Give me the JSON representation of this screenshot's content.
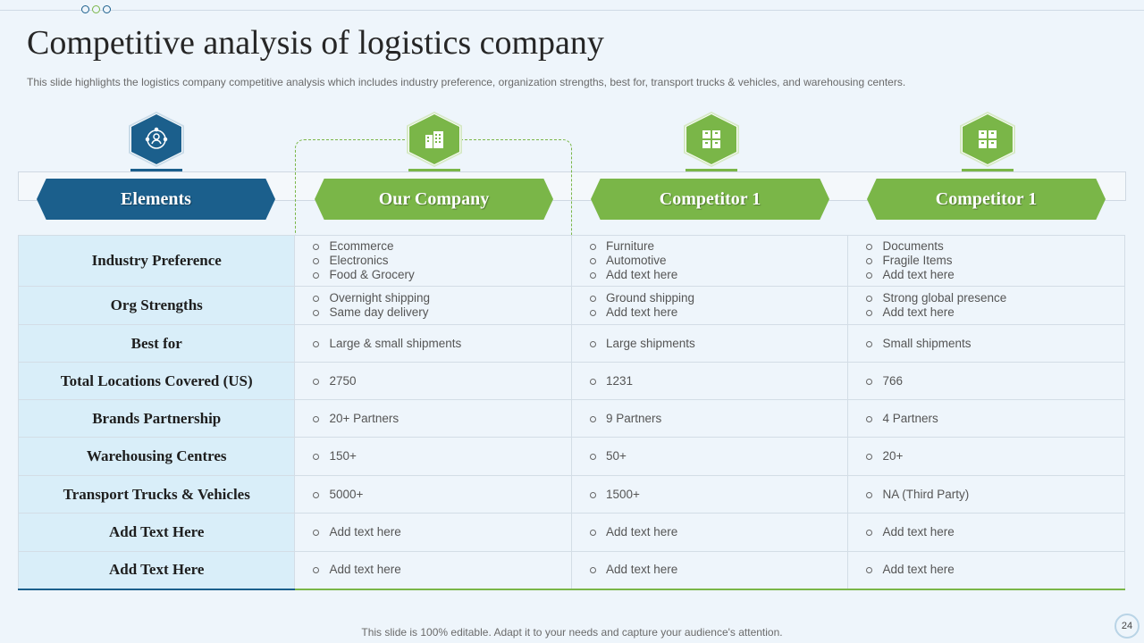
{
  "title": "Competitive analysis of logistics company",
  "subtitle": "This slide highlights the logistics company competitive analysis which includes industry preference, organization strengths, best for, transport trucks & vehicles, and warehousing centers.",
  "headers": [
    "Elements",
    "Our Company",
    "Competitor 1",
    "Competitor 1"
  ],
  "icons": [
    "network-people-icon",
    "office-building-icon",
    "warehouse-boxes-icon",
    "warehouse-boxes-icon"
  ],
  "colors": {
    "blue": "#1b5f8c",
    "green": "#7ab648",
    "label_bg": "#d9eef9",
    "page_bg": "#eef5fb"
  },
  "rows": [
    {
      "label": "Industry Preference",
      "values": [
        [
          "Ecommerce",
          "Electronics",
          "Food & Grocery"
        ],
        [
          "Furniture",
          "Automotive",
          "Add text here"
        ],
        [
          "Documents",
          "Fragile Items",
          "Add text here"
        ]
      ]
    },
    {
      "label": "Org Strengths",
      "values": [
        [
          "Overnight  shipping",
          "Same day delivery"
        ],
        [
          "Ground shipping",
          "Add text here"
        ],
        [
          "Strong global presence",
          "Add text here"
        ]
      ]
    },
    {
      "label": "Best for",
      "values": [
        [
          "Large & small shipments"
        ],
        [
          "Large shipments"
        ],
        [
          "Small shipments"
        ]
      ]
    },
    {
      "label": "Total Locations Covered (US)",
      "values": [
        [
          "2750"
        ],
        [
          "1231"
        ],
        [
          "766"
        ]
      ]
    },
    {
      "label": "Brands Partnership",
      "values": [
        [
          "20+ Partners"
        ],
        [
          "9 Partners"
        ],
        [
          "4 Partners"
        ]
      ]
    },
    {
      "label": "Warehousing Centres",
      "values": [
        [
          "150+"
        ],
        [
          "50+"
        ],
        [
          "20+"
        ]
      ]
    },
    {
      "label": "Transport Trucks & Vehicles",
      "values": [
        [
          "5000+"
        ],
        [
          "1500+"
        ],
        [
          "NA (Third  Party)"
        ]
      ]
    },
    {
      "label": "Add Text Here",
      "values": [
        [
          "Add text here"
        ],
        [
          "Add text here"
        ],
        [
          "Add text here"
        ]
      ]
    },
    {
      "label": "Add Text Here",
      "values": [
        [
          "Add text here"
        ],
        [
          "Add text here"
        ],
        [
          "Add text here"
        ]
      ]
    }
  ],
  "footer": "This slide is 100% editable. Adapt it to your needs and capture your audience's attention.",
  "page_number": "24"
}
